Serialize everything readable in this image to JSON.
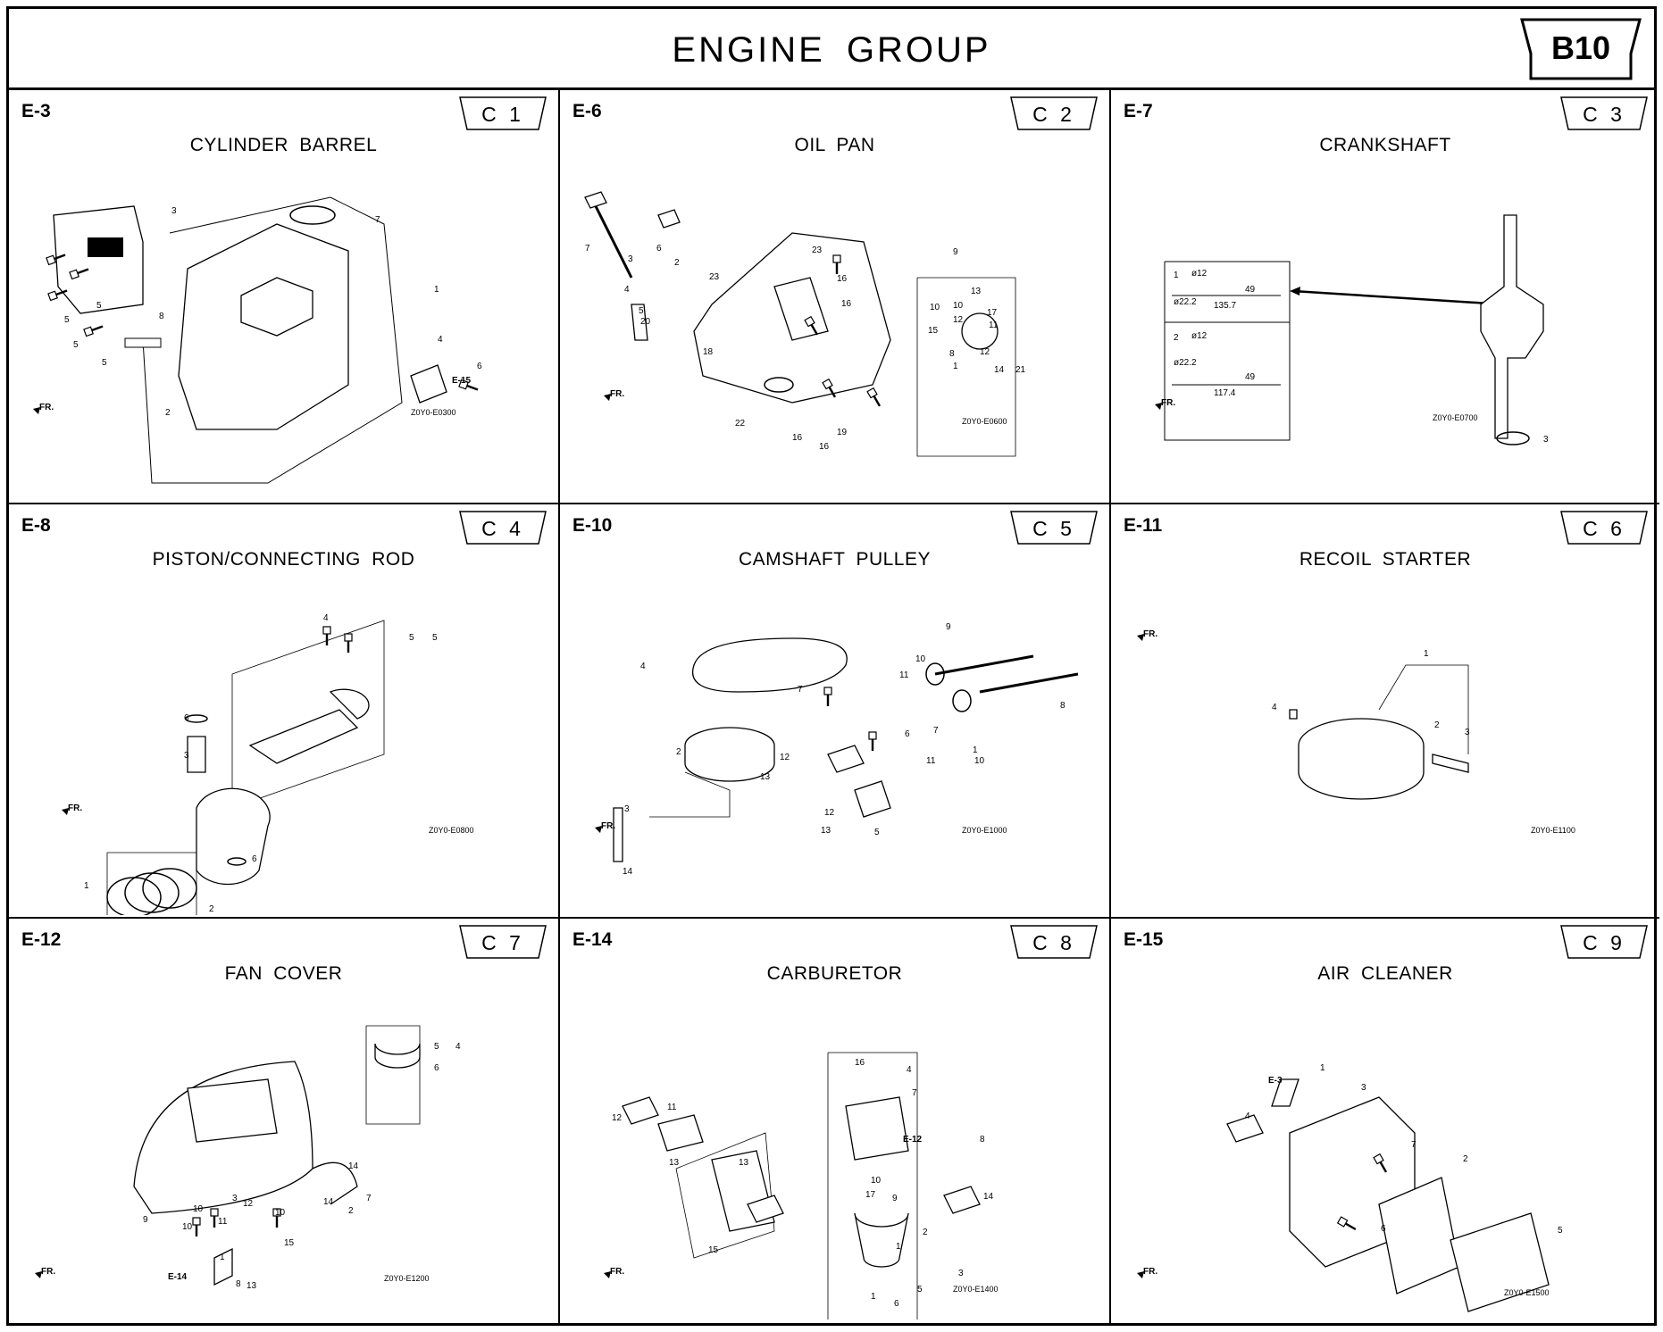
{
  "header": {
    "title": "ENGINE  GROUP",
    "page_code": "B10"
  },
  "cells": [
    {
      "section_code": "E-3",
      "tab": "C 1",
      "title": "CYLINDER  BARREL",
      "drawing_code": "Z0Y0-E0300",
      "front_marker": "FR.",
      "callouts": [
        "3",
        "7",
        "1",
        "5",
        "5",
        "5",
        "5",
        "8",
        "4",
        "6",
        "2"
      ],
      "ref": "E-15"
    },
    {
      "section_code": "E-6",
      "tab": "C 2",
      "title": "OIL  PAN",
      "drawing_code": "Z0Y0-E0600",
      "front_marker": "FR.",
      "callouts": [
        "7",
        "6",
        "3",
        "2",
        "23",
        "23",
        "4",
        "16",
        "9",
        "5",
        "16",
        "20",
        "10",
        "17",
        "13",
        "12",
        "11",
        "10",
        "15",
        "18",
        "1",
        "8",
        "12",
        "14",
        "21",
        "22",
        "19",
        "16",
        "16"
      ]
    },
    {
      "section_code": "E-7",
      "tab": "C 3",
      "title": "CRANKSHAFT",
      "drawing_code": "Z0Y0-E0700",
      "front_marker": "FR.",
      "callouts": [
        "3"
      ],
      "inset": {
        "variant_1": "1",
        "variant_2": "2",
        "diam_small": "ø12",
        "diam_large": "ø22.2",
        "len_short": "49",
        "len_1": "135.7",
        "len_2": "117.4"
      }
    },
    {
      "section_code": "E-8",
      "tab": "C 4",
      "title": "PISTON/CONNECTING  ROD",
      "drawing_code": "Z0Y0-E0800",
      "front_marker": "FR.",
      "callouts": [
        "4",
        "5",
        "5",
        "6",
        "3",
        "1",
        "2",
        "6"
      ]
    },
    {
      "section_code": "E-10",
      "tab": "C 5",
      "title": "CAMSHAFT  PULLEY",
      "drawing_code": "Z0Y0-E1000",
      "front_marker": "FR.",
      "callouts": [
        "4",
        "9",
        "11",
        "10",
        "8",
        "7",
        "2",
        "6",
        "12",
        "7",
        "13",
        "11",
        "10",
        "1",
        "3",
        "12",
        "13",
        "5",
        "14"
      ]
    },
    {
      "section_code": "E-11",
      "tab": "C 6",
      "title": "RECOIL  STARTER",
      "drawing_code": "Z0Y0-E1100",
      "front_marker": "FR.",
      "callouts": [
        "1",
        "4",
        "2",
        "3"
      ]
    },
    {
      "section_code": "E-12",
      "tab": "C 7",
      "title": "FAN  COVER",
      "drawing_code": "Z0Y0-E1200",
      "front_marker": "FR.",
      "callouts": [
        "5",
        "4",
        "6",
        "9",
        "14",
        "10",
        "7",
        "3",
        "12",
        "10",
        "11",
        "14",
        "2",
        "10",
        "1",
        "15",
        "8",
        "13"
      ],
      "ref": "E-14"
    },
    {
      "section_code": "E-14",
      "tab": "C 8",
      "title": "CARBURETOR",
      "drawing_code": "Z0Y0-E1400",
      "front_marker": "FR.",
      "callouts": [
        "16",
        "4",
        "12",
        "11",
        "7",
        "13",
        "8",
        "13",
        "10",
        "17",
        "9",
        "14",
        "15",
        "2",
        "1",
        "3",
        "5",
        "1",
        "6"
      ],
      "ref": "E-12"
    },
    {
      "section_code": "E-15",
      "tab": "C 9",
      "title": "AIR  CLEANER",
      "drawing_code": "Z0Y0-E1500",
      "front_marker": "FR.",
      "callouts": [
        "1",
        "3",
        "4",
        "7",
        "2",
        "6",
        "5"
      ],
      "ref": "E-3"
    }
  ]
}
